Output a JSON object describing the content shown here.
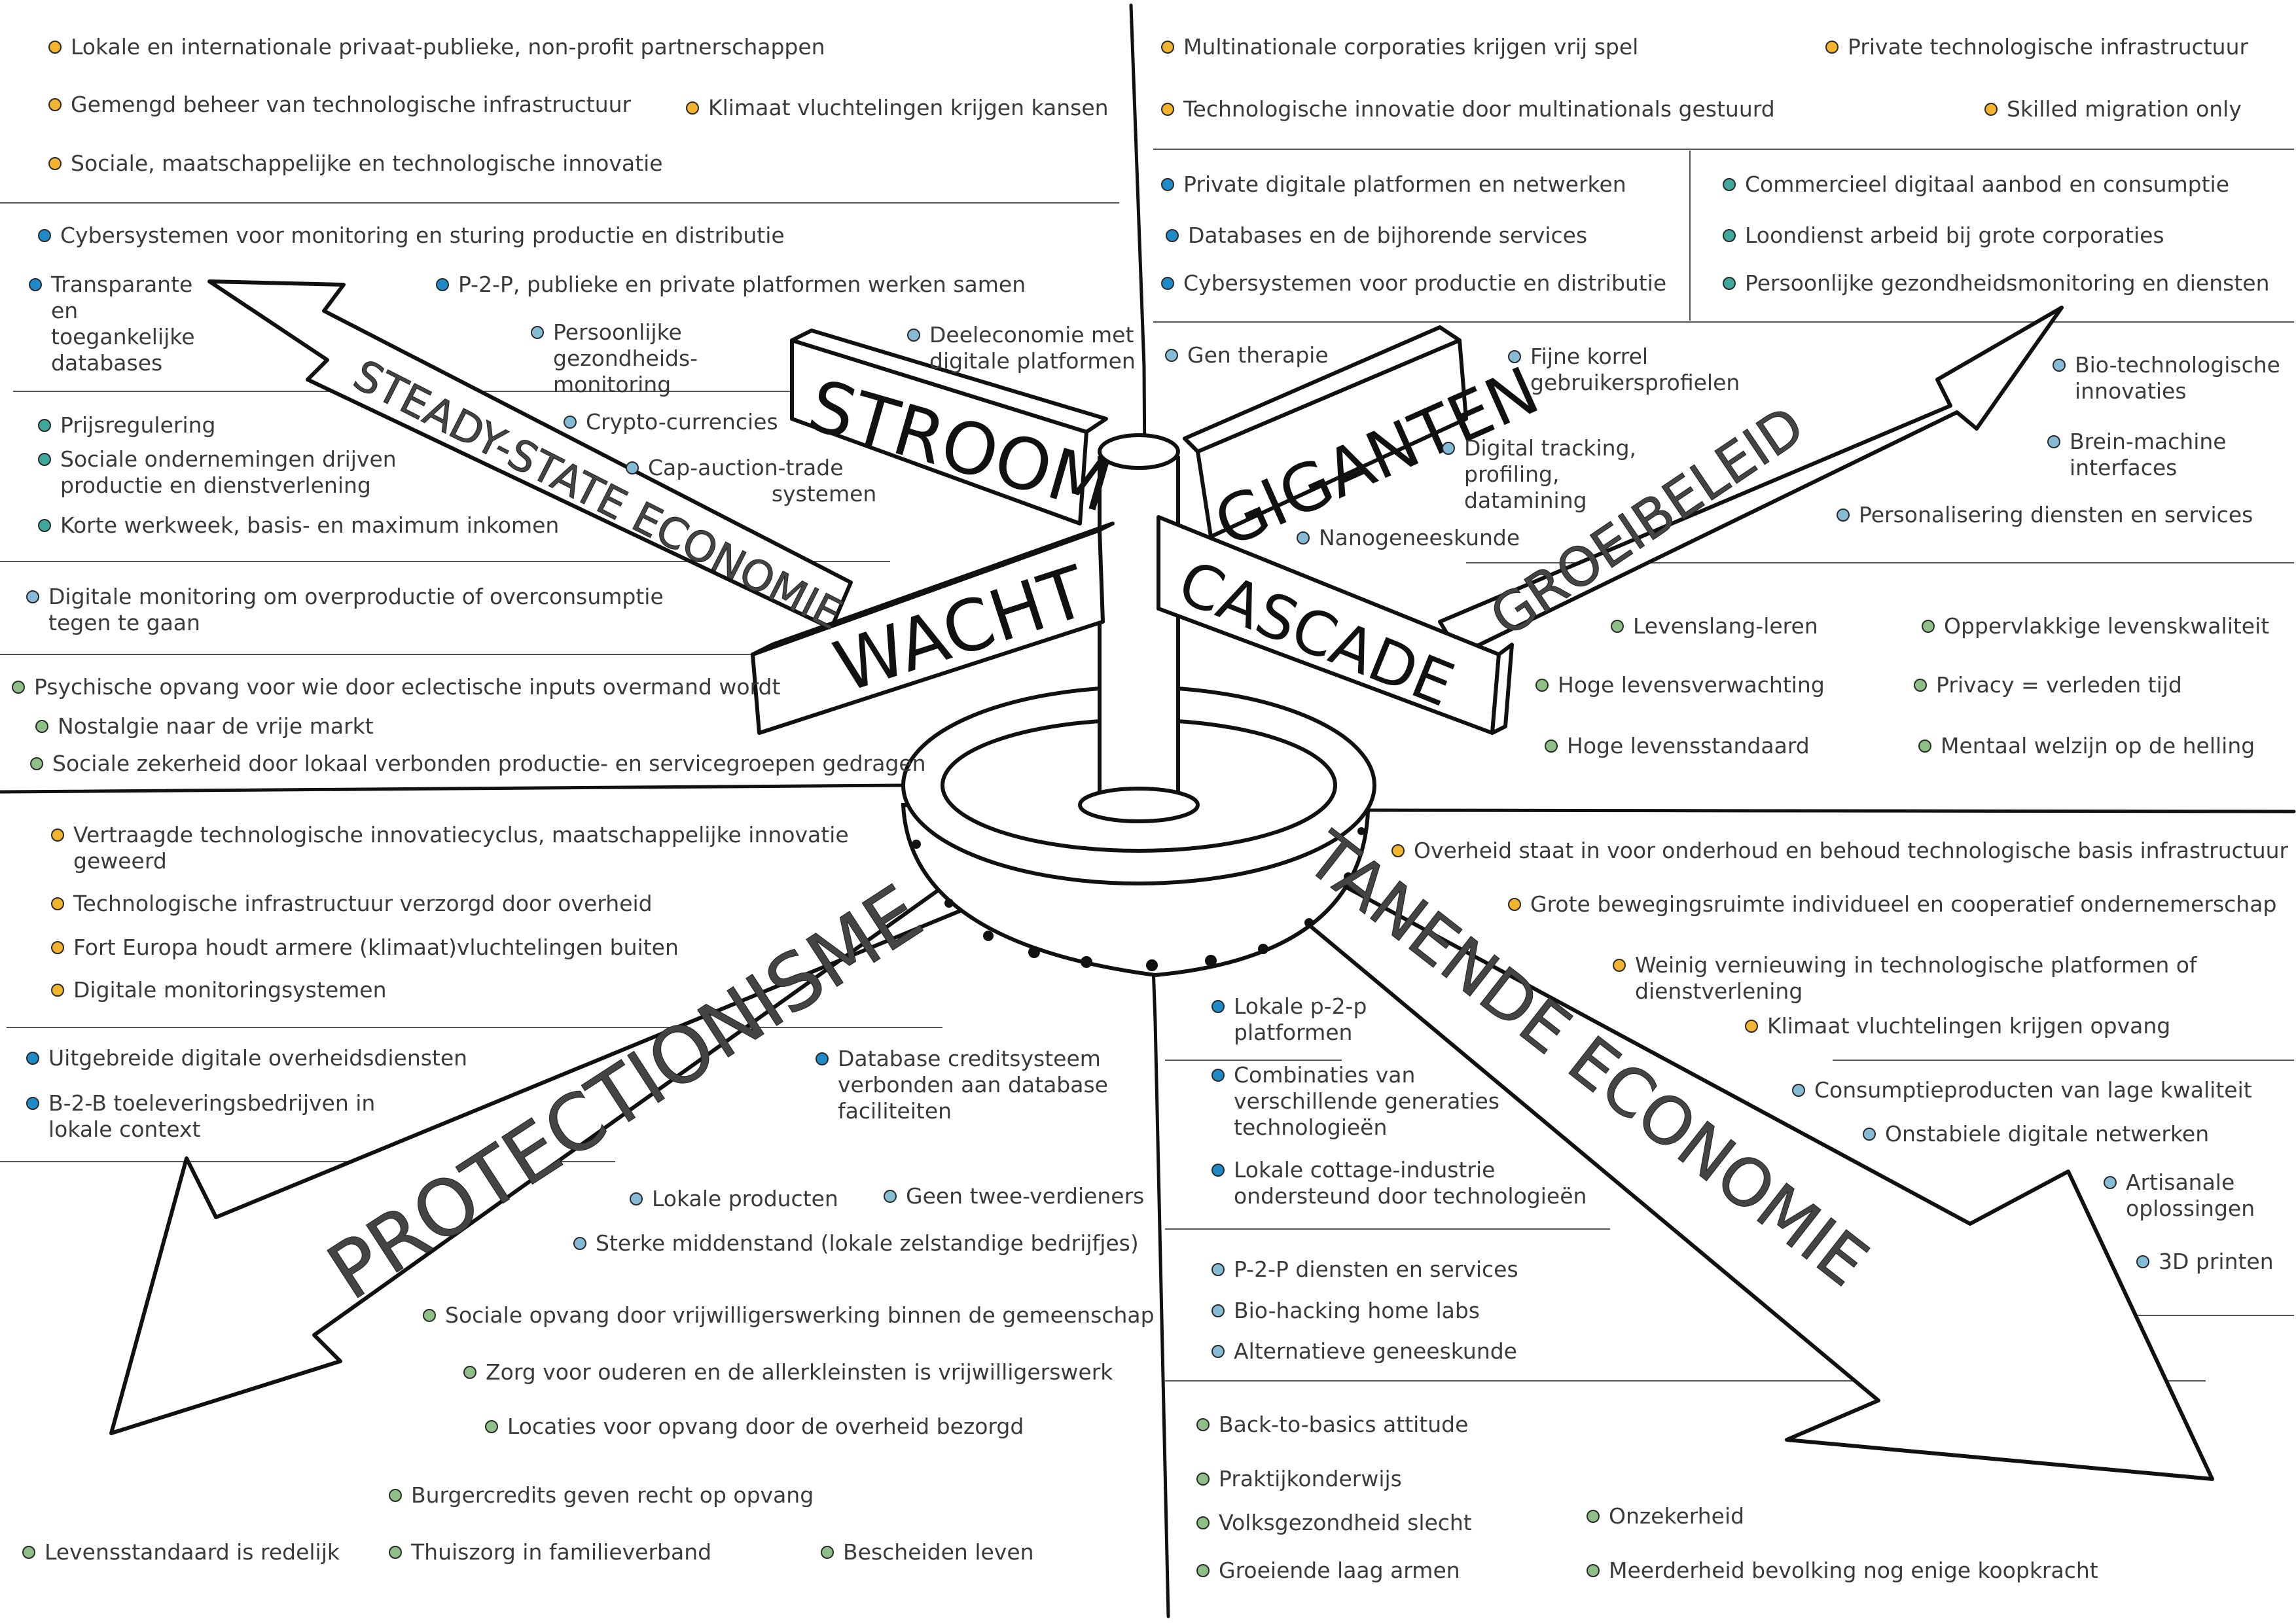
{
  "colors": {
    "orange": "#F2B32E",
    "blue": "#1E8BC8",
    "lightblue": "#86BBD5",
    "teal": "#3FA79B",
    "green": "#8EBF86"
  },
  "signs": {
    "stroom": "STROOM",
    "giganten": "GIGANTEN",
    "wacht": "WACHT",
    "cascade": "CASCADE",
    "steady_state": "STEADY-STATE ECONOMIE",
    "groeibeleid": "GROEIBELEID",
    "protectionisme": "PROTECTIONISME",
    "tanende": "TANENDE ECONOMIE"
  },
  "quadrants": {
    "top_left": [
      {
        "text": "Lokale en internationale privaat-publieke, non-profit partnerschappen",
        "color": "orange"
      },
      {
        "text": "Gemengd beheer van technologische infrastructuur",
        "color": "orange"
      },
      {
        "text": "Klimaat vluchtelingen krijgen kansen",
        "color": "orange"
      },
      {
        "text": "Sociale, maatschappelijke en technologische innovatie",
        "color": "orange"
      },
      {
        "text": "Cybersystemen voor monitoring en sturing productie en distributie",
        "color": "blue"
      },
      {
        "text": "Transparante\nen\ntoegankelijke\ndatabases",
        "color": "blue"
      },
      {
        "text": "P-2-P, publieke en private platformen werken samen",
        "color": "blue"
      },
      {
        "text": "Persoonlijke\ngezondheids-\nmonitoring",
        "color": "lightblue"
      },
      {
        "text": "Deeleconomie met\ndigitale platformen",
        "color": "lightblue"
      },
      {
        "text": "Prijsregulering",
        "color": "teal"
      },
      {
        "text": "Sociale ondernemingen drijven\nproductie en dienstverlening",
        "color": "teal"
      },
      {
        "text": "Crypto-currencies",
        "color": "lightblue"
      },
      {
        "text": "Cap-auction-trade\n                  systemen",
        "color": "lightblue"
      },
      {
        "text": "Korte werkweek, basis- en maximum inkomen",
        "color": "teal"
      },
      {
        "text": "Digitale monitoring om overproductie of overconsumptie\ntegen te gaan",
        "color": "lightblue"
      },
      {
        "text": "Psychische opvang voor wie door eclectische inputs overmand wordt",
        "color": "green"
      },
      {
        "text": "Nostalgie naar de vrije markt",
        "color": "green"
      },
      {
        "text": "Sociale zekerheid door lokaal verbonden productie- en servicegroepen gedragen",
        "color": "green"
      }
    ],
    "top_right": [
      {
        "text": "Multinationale corporaties krijgen vrij spel",
        "color": "orange"
      },
      {
        "text": "Private technologische infrastructuur",
        "color": "orange"
      },
      {
        "text": "Technologische innovatie door multinationals gestuurd",
        "color": "orange"
      },
      {
        "text": "Skilled migration only",
        "color": "orange"
      },
      {
        "text": "Private digitale platformen en netwerken",
        "color": "blue"
      },
      {
        "text": "Commercieel digitaal aanbod en consumptie",
        "color": "teal"
      },
      {
        "text": "Databases en de bijhorende services",
        "color": "blue"
      },
      {
        "text": "Loondienst arbeid bij grote corporaties",
        "color": "teal"
      },
      {
        "text": "Cybersystemen voor productie en distributie",
        "color": "blue"
      },
      {
        "text": "Persoonlijke gezondheidsmonitoring en diensten",
        "color": "teal"
      },
      {
        "text": "Gen therapie",
        "color": "lightblue"
      },
      {
        "text": "Fijne korrel\ngebruikersprofielen",
        "color": "lightblue"
      },
      {
        "text": "Bio-technologische\ninnovaties",
        "color": "lightblue"
      },
      {
        "text": "Brein-machine\ninterfaces",
        "color": "lightblue"
      },
      {
        "text": "Digital tracking,\nprofiling,\ndatamining",
        "color": "lightblue"
      },
      {
        "text": "Personalisering diensten en services",
        "color": "lightblue"
      },
      {
        "text": "Nanogeneeskunde",
        "color": "lightblue"
      },
      {
        "text": "Levenslang-leren",
        "color": "green"
      },
      {
        "text": "Oppervlakkige levenskwaliteit",
        "color": "green"
      },
      {
        "text": "Hoge levensverwachting",
        "color": "green"
      },
      {
        "text": "Privacy = verleden tijd",
        "color": "green"
      },
      {
        "text": "Hoge levensstandaard",
        "color": "green"
      },
      {
        "text": "Mentaal welzijn op de helling",
        "color": "green"
      }
    ],
    "bottom_left": [
      {
        "text": "Vertraagde technologische innovatiecyclus, maatschappelijke innovatie\ngeweerd",
        "color": "orange"
      },
      {
        "text": "Technologische infrastructuur verzorgd door overheid",
        "color": "orange"
      },
      {
        "text": "Fort Europa houdt armere (klimaat)vluchtelingen buiten",
        "color": "orange"
      },
      {
        "text": "Digitale monitoringsystemen",
        "color": "orange"
      },
      {
        "text": "Uitgebreide digitale overheidsdiensten",
        "color": "blue"
      },
      {
        "text": "B-2-B toeleveringsbedrijven in\nlokale context",
        "color": "blue"
      },
      {
        "text": "Database creditsysteem\nverbonden aan database\nfaciliteiten",
        "color": "blue"
      },
      {
        "text": "Lokale producten",
        "color": "lightblue"
      },
      {
        "text": "Geen twee-verdieners",
        "color": "lightblue"
      },
      {
        "text": "Sterke middenstand (lokale zelstandige bedrijfjes)",
        "color": "lightblue"
      },
      {
        "text": "Sociale opvang door vrijwilligerswerking binnen de gemeenschap",
        "color": "green"
      },
      {
        "text": "Zorg voor ouderen en de allerkleinsten is vrijwilligerswerk",
        "color": "green"
      },
      {
        "text": "Locaties voor opvang door de overheid bezorgd",
        "color": "green"
      },
      {
        "text": "Burgercredits geven recht op opvang",
        "color": "green"
      },
      {
        "text": "Levensstandaard is redelijk",
        "color": "green"
      },
      {
        "text": "Thuiszorg in familieverband",
        "color": "green"
      },
      {
        "text": "Bescheiden leven",
        "color": "green"
      }
    ],
    "bottom_right": [
      {
        "text": "Overheid staat in voor onderhoud en behoud technologische basis infrastructuur",
        "color": "orange"
      },
      {
        "text": "Grote bewegingsruimte individueel en cooperatief ondernemerschap",
        "color": "orange"
      },
      {
        "text": "Weinig vernieuwing in technologische platformen of\ndienstverlening",
        "color": "orange"
      },
      {
        "text": "Klimaat vluchtelingen krijgen opvang",
        "color": "orange"
      },
      {
        "text": "Lokale p-2-p\nplatformen",
        "color": "blue"
      },
      {
        "text": "Combinaties van\nverschillende generaties\ntechnologieën",
        "color": "blue"
      },
      {
        "text": "Lokale cottage-industrie\nondersteund door technologieën",
        "color": "blue"
      },
      {
        "text": "Consumptieproducten van lage kwaliteit",
        "color": "lightblue"
      },
      {
        "text": "Onstabiele digitale netwerken",
        "color": "lightblue"
      },
      {
        "text": "Artisanale\noplossingen",
        "color": "lightblue"
      },
      {
        "text": "3D printen",
        "color": "lightblue"
      },
      {
        "text": "P-2-P diensten en services",
        "color": "lightblue"
      },
      {
        "text": "Bio-hacking home labs",
        "color": "lightblue"
      },
      {
        "text": "Alternatieve geneeskunde",
        "color": "lightblue"
      },
      {
        "text": "Back-to-basics attitude",
        "color": "green"
      },
      {
        "text": "Praktijkonderwijs",
        "color": "green"
      },
      {
        "text": "Volksgezondheid slecht",
        "color": "green"
      },
      {
        "text": "Onzekerheid",
        "color": "green"
      },
      {
        "text": "Groeiende laag armen",
        "color": "green"
      },
      {
        "text": "Meerderheid bevolking nog enige koopkracht",
        "color": "green"
      }
    ]
  }
}
